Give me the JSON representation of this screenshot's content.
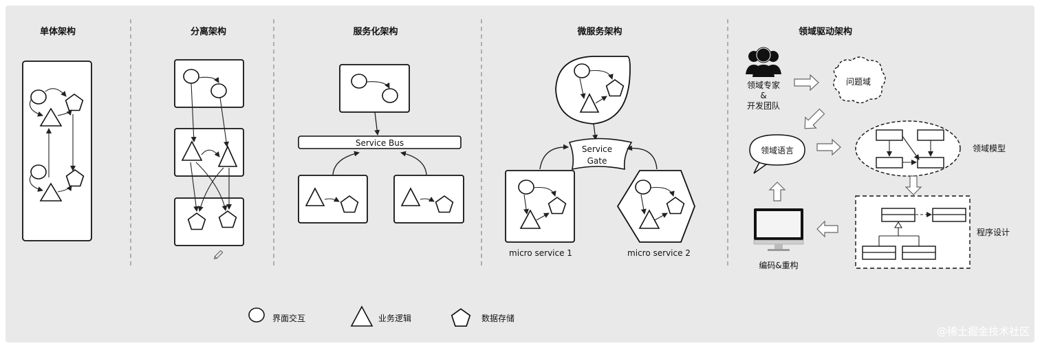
{
  "sections": {
    "monolith": {
      "title": "单体架构"
    },
    "separated": {
      "title": "分离架构"
    },
    "soa": {
      "title": "服务化架构",
      "bus_label": "Service Bus"
    },
    "micro": {
      "title": "微服务架构",
      "gate_line1": "Service",
      "gate_line2": "Gate",
      "service1": "micro service 1",
      "service2": "micro service 2"
    },
    "ddd": {
      "title": "领域驱动架构",
      "experts_line1": "领域专家",
      "experts_line2": "&",
      "experts_line3": "开发团队",
      "problem_domain": "问题域",
      "domain_language": "领域语言",
      "domain_model": "领域模型",
      "program_design": "程序设计",
      "coding": "编码&重构"
    }
  },
  "legend": {
    "ui": "界面交互",
    "logic": "业务逻辑",
    "storage": "数据存储"
  },
  "watermark": "@稀土掘金技术社区",
  "icons": [
    "circle-ui-icon",
    "triangle-logic-icon",
    "pentagon-storage-icon",
    "people-icon",
    "monitor-icon",
    "pencil-icon"
  ]
}
